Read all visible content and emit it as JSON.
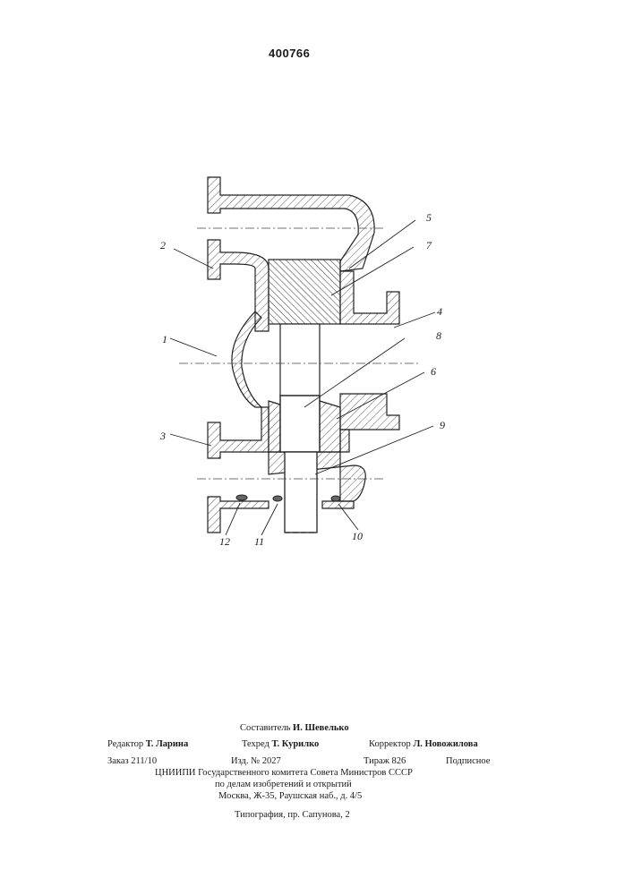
{
  "header": {
    "patent_number": "400766"
  },
  "drawing": {
    "labels": [
      {
        "id": "label-1",
        "text": "1"
      },
      {
        "id": "label-2",
        "text": "2"
      },
      {
        "id": "label-3",
        "text": "3"
      },
      {
        "id": "label-4",
        "text": "4"
      },
      {
        "id": "label-5",
        "text": "5"
      },
      {
        "id": "label-6",
        "text": "6"
      },
      {
        "id": "label-7",
        "text": "7"
      },
      {
        "id": "label-8",
        "text": "8"
      },
      {
        "id": "label-9",
        "text": "9"
      },
      {
        "id": "label-10",
        "text": "10"
      },
      {
        "id": "label-11",
        "text": "11"
      },
      {
        "id": "label-12",
        "text": "12"
      }
    ]
  },
  "imprint": {
    "composer_role": "Составитель",
    "composer_name": "И. Шевелько",
    "editor_role": "Редактор",
    "editor_name": "Т. Ларина",
    "techred_role": "Техред",
    "techred_name": "Т. Курилко",
    "corrector_role": "Корректор",
    "corrector_name": "Л. Новожилова",
    "order": "Заказ 211/10",
    "edition": "Изд. № 2027",
    "circulation": "Тираж 826",
    "subscription": "Подписное",
    "org_line1": "ЦНИИПИ Государственного комитета Совета Министров СССР",
    "org_line2": "по делам изобретений и открытий",
    "org_line3": "Москва, Ж-35, Раушская наб., д. 4/5",
    "printer": "Типография, пр. Сапунова, 2"
  }
}
